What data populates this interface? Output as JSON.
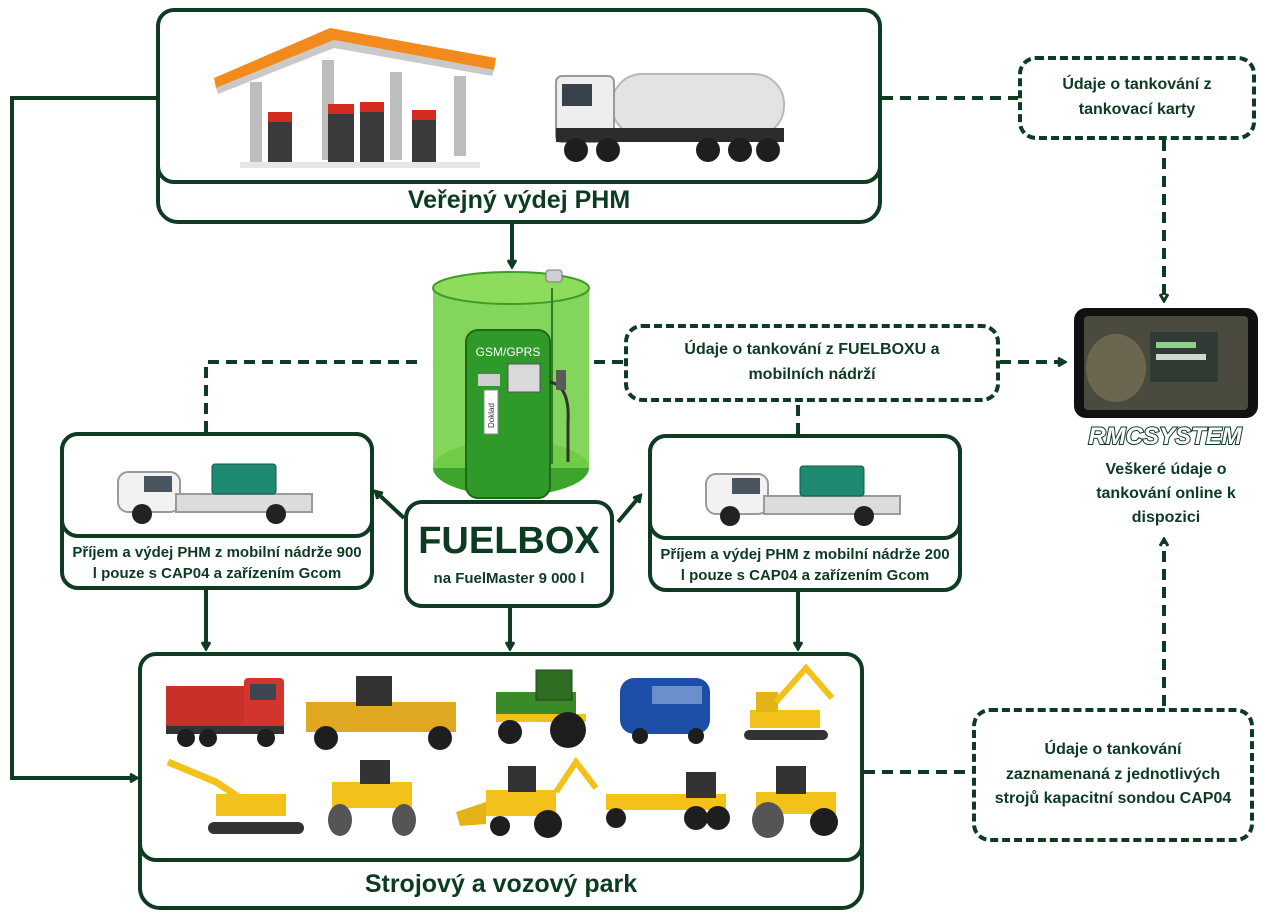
{
  "public_dispensing": {
    "title": "Veřejný výdej PHM"
  },
  "fleet": {
    "title": "Strojový a vozový park"
  },
  "fuelbox": {
    "title": "FUELBOX",
    "subtitle": "na FuelMaster 9 000 l",
    "dispenser_label": "GSM/GPRS",
    "receipt_label": "Doklad"
  },
  "mobile_tank_left": {
    "caption": "Příjem a výdej PHM z mobilní nádrže 900 l pouze s CAP04 a zařízením Gcom"
  },
  "mobile_tank_right": {
    "caption": "Příjem a výdej PHM z mobilní nádrže 200 l pouze s CAP04 a zařízením Gcom"
  },
  "data_sources": {
    "card": "Údaje o tankování z tankovací karty",
    "fuelbox": "Údaje o tankování z FUELBOXU a mobilních nádrží",
    "probe": "Údaje o tankování zaznamenaná z jednotlivých strojů kapacitní sondou CAP04"
  },
  "rmc": {
    "logo": "RMCSYSTEM",
    "description": "Veškeré údaje o tankování online k dispozici"
  },
  "colors": {
    "line": "#0e3b22",
    "tank_green": "#5dc23a",
    "dispenser_green": "#2f9a2a",
    "canopy_orange": "#f28a1e",
    "machine_yellow": "#f2c21a"
  }
}
